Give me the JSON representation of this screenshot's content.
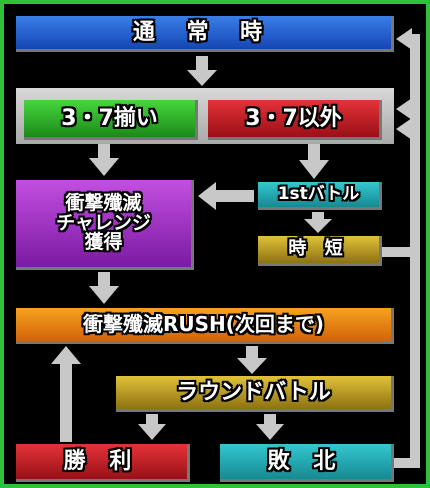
{
  "nodes": {
    "normal": "通 常 時",
    "hit_37": "3・7揃い",
    "other_37": "3・7以外",
    "challenge": "衝撃殲滅\nチャレンジ\n獲得",
    "first_battle": "1stバトル",
    "jitan": "時 短",
    "rush": "衝撃殲滅RUSH(次回まで)",
    "round_battle": "ラウンドバトル",
    "win": "勝 利",
    "lose": "敗 北"
  },
  "colors": {
    "frame": "#2ec23a",
    "arrow": "#c8c8c8"
  }
}
